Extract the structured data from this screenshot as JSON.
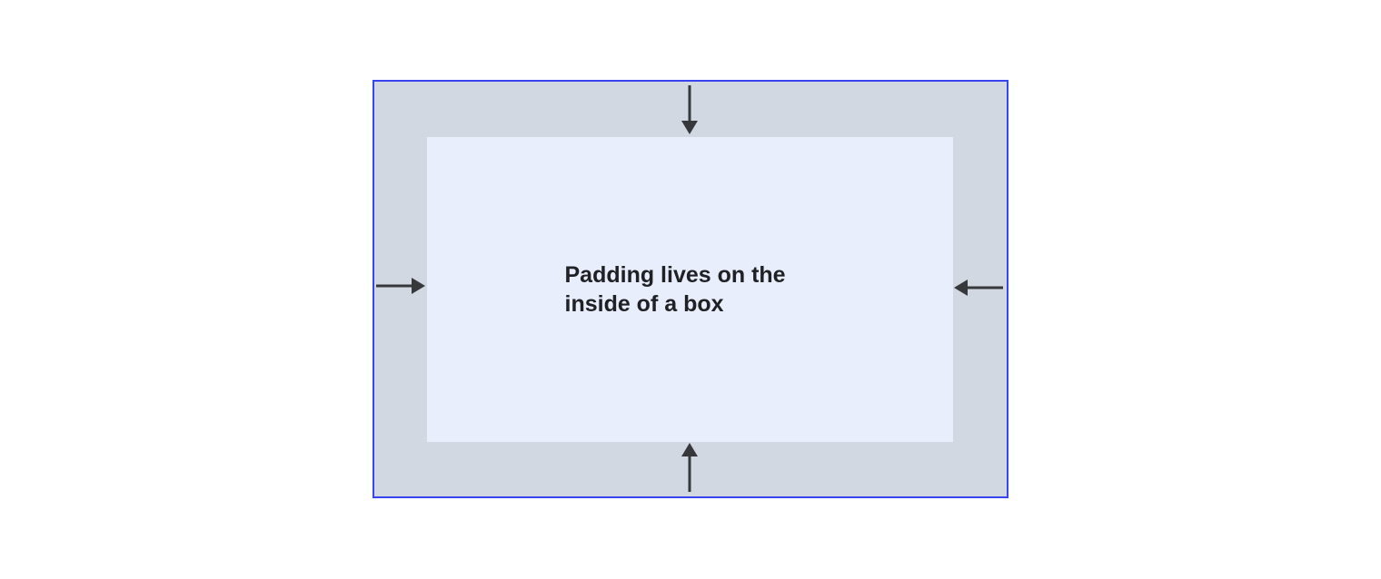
{
  "diagram": {
    "label": "Padding lives on the inside of a box",
    "label_line1": "Padding lives on the",
    "label_line2": "inside of a box",
    "colors": {
      "border_color": "#3a43f0",
      "padding_area": "#d2d8e2",
      "content_area": "#e8eefb",
      "arrow_color": "#37383c",
      "text_color": "#202124",
      "page_bg": "#ffffff"
    },
    "arrows": [
      {
        "side": "top",
        "direction": "down"
      },
      {
        "side": "right",
        "direction": "left"
      },
      {
        "side": "bottom",
        "direction": "up"
      },
      {
        "side": "left",
        "direction": "right"
      }
    ]
  }
}
